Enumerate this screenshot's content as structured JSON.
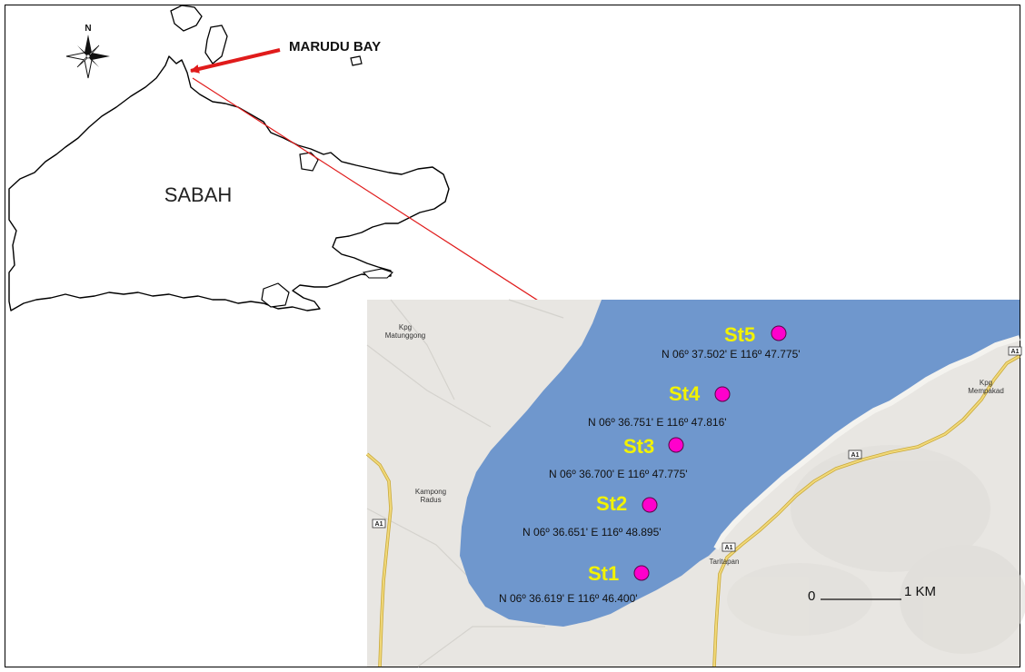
{
  "overview": {
    "compass_label": "N",
    "region_label": "SABAH",
    "callout_label": "MARUDU BAY",
    "callout_color": "#e01b1b"
  },
  "colors": {
    "bay_water": "#6f97cd",
    "land": "#e8e6e2",
    "road": "#f1d97a",
    "station_marker": "#ff00cc",
    "station_label": "#f2f200"
  },
  "stations": [
    {
      "id": "St5",
      "coord": "N 06º 37.502' E 116º 47.775'"
    },
    {
      "id": "St4",
      "coord": "N 06º 36.751' E 116º 47.816'"
    },
    {
      "id": "St3",
      "coord": "N 06º 36.700' E 116º 47.775'"
    },
    {
      "id": "St2",
      "coord": "N 06º 36.651' E 116º 48.895'"
    },
    {
      "id": "St1",
      "coord": "N 06º 36.619' E 116º 46.400'"
    }
  ],
  "places": {
    "matunggong_line1": "Kpg",
    "matunggong_line2": "Matunggong",
    "mempakad_line1": "Kpg",
    "mempakad_line2": "Mempakad",
    "radus_line1": "Kampong",
    "radus_line2": "Radus",
    "taritapan": "Taritapan"
  },
  "road_badges": {
    "badge_1": "A1",
    "badge_2": "A1",
    "badge_3": "A1",
    "badge_4": "A1"
  },
  "scale_bar": {
    "start_label": "0",
    "end_label": "1 KM"
  }
}
